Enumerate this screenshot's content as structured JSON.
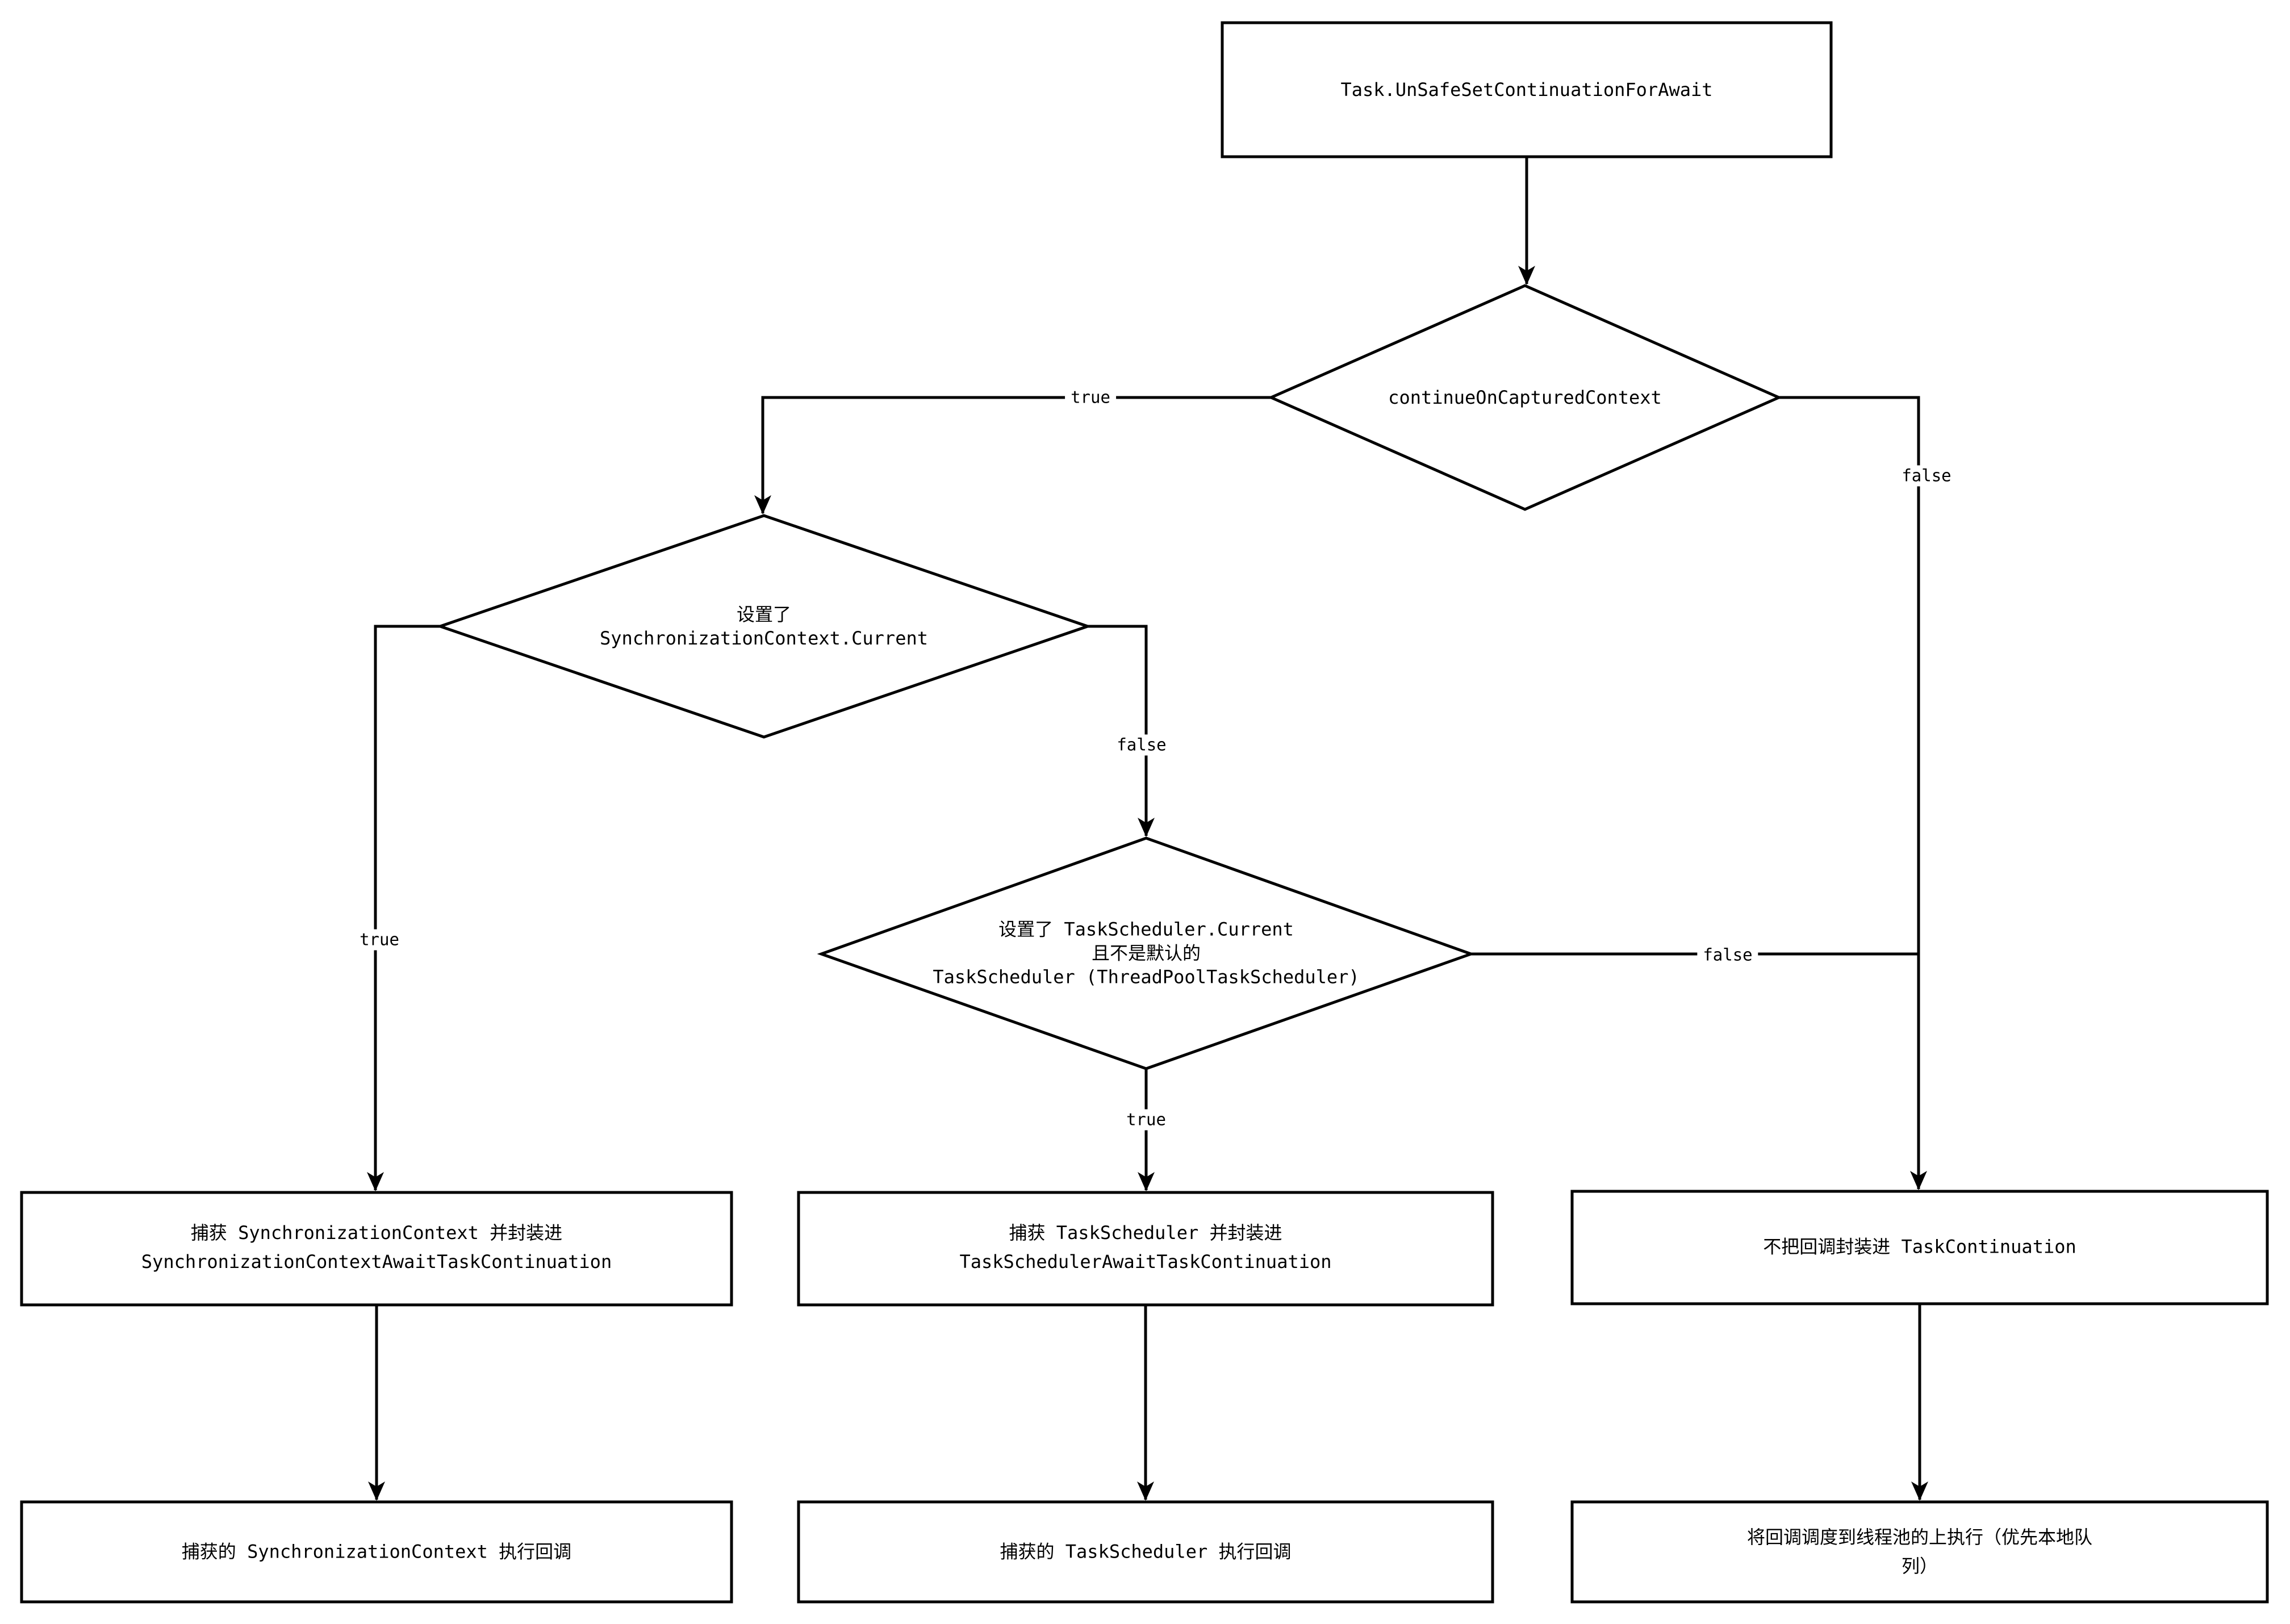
{
  "flowchart": {
    "nodes": {
      "start": "Task.UnSafeSetContinuationForAwait",
      "decision_continue_on_captured_context": "continueOnCapturedContext",
      "decision_sync_context_set": "设置了\nSynchronizationContext.Current",
      "decision_task_scheduler_set": "设置了 TaskScheduler.Current\n且不是默认的\nTaskScheduler (ThreadPoolTaskScheduler)",
      "action_capture_sync_context": "捕获 SynchronizationContext 并封装进\nSynchronizationContextAwaitTaskContinuation",
      "action_capture_task_scheduler": "捕获 TaskScheduler 并封装进\nTaskSchedulerAwaitTaskContinuation",
      "action_no_task_continuation": "不把回调封装进 TaskContinuation",
      "result_sync_context_invoke": "捕获的 SynchronizationContext 执行回调",
      "result_task_scheduler_invoke": "捕获的 TaskScheduler 执行回调",
      "result_thread_pool_schedule": "将回调调度到线程池的上执行（优先本地队列）"
    },
    "edge_labels": {
      "d1_true": "true",
      "d1_false": "false",
      "d2_true": "true",
      "d2_false": "false",
      "d3_true": "true",
      "d3_false": "false"
    },
    "colors": {
      "stroke": "#000000",
      "background": "#ffffff"
    }
  }
}
